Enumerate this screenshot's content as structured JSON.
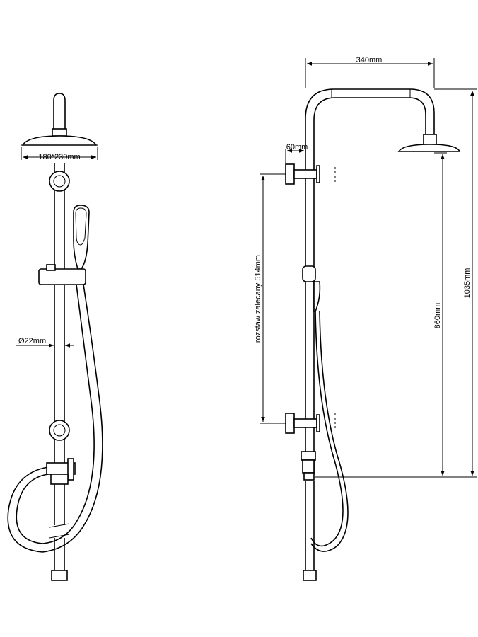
{
  "front_view": {
    "head_size_label": "180*230mm",
    "pipe_diameter_label": "Ø22mm"
  },
  "side_view": {
    "width_label": "340mm",
    "bracket_label": "60mm",
    "spacing_label": "rozstaw zalecany 514mm",
    "height_860_label": "860mm",
    "height_1035_label": "1035mm"
  }
}
